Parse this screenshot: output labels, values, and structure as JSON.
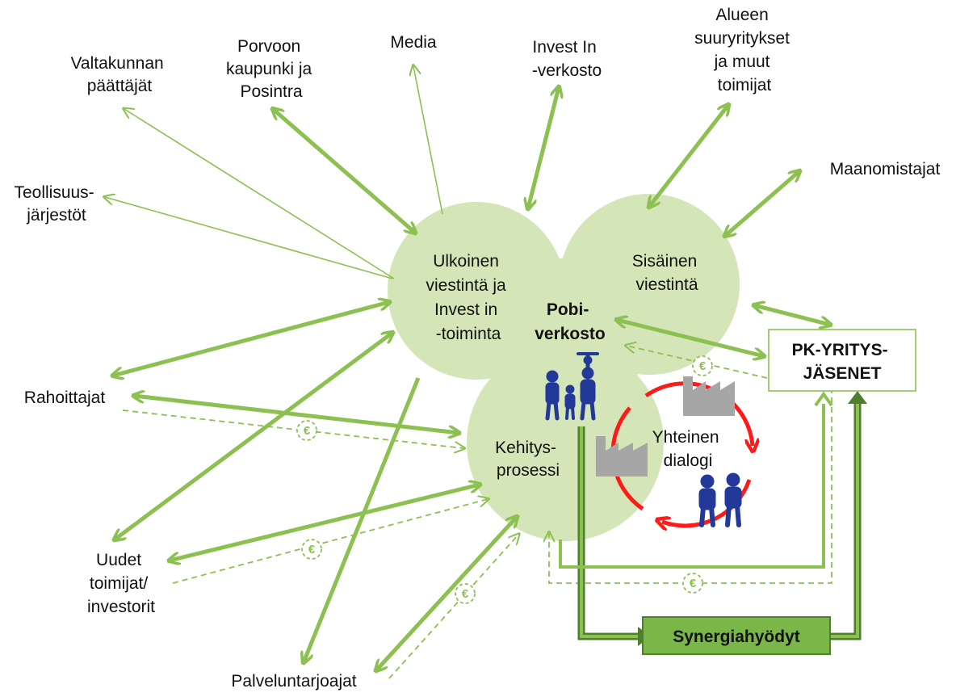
{
  "stakeholders": {
    "valtakunnan": [
      "Valtakunnan",
      "päättäjät"
    ],
    "porvoo": [
      "Porvoon",
      "kaupunki ja",
      "Posintra"
    ],
    "media": [
      "Media"
    ],
    "investin": [
      "Invest In",
      "-verkosto"
    ],
    "alueen": [
      "Alueen",
      "suuryritykset",
      "ja muut",
      "toimijat"
    ],
    "maanomistajat": [
      "Maanomistajat"
    ],
    "teollisuus": [
      "Teollisuus-",
      "järjestöt"
    ],
    "rahoittajat": [
      "Rahoittajat"
    ],
    "uudet": [
      "Uudet",
      "toimijat/",
      "investorit"
    ],
    "palvelu": [
      "Palveluntarjoajat"
    ]
  },
  "cloud": {
    "ulkoinen": [
      "Ulkoinen",
      "viestintä ja",
      "Invest in",
      "-toiminta"
    ],
    "sisainen": [
      "Sisäinen",
      "viestintä"
    ],
    "kehitys": [
      "Kehitys-",
      "prosessi"
    ],
    "center": [
      "Pobi-",
      "verkosto"
    ]
  },
  "dialog": [
    "Yhteinen",
    "dialogi"
  ],
  "pk_box": [
    "PK-YRITYS-",
    "JÄSENET"
  ],
  "synergia": "Synergiahyödyt",
  "euro_symbol": "€",
  "colors": {
    "arrow": "#8cc050",
    "cloud": "#d4e6b8",
    "dialog_ring": "#ff1a1a",
    "people": "#23399a",
    "factory": "#a6a6a6",
    "synergy_fill": "#7ab648",
    "synergy_stroke": "#4f7f2a"
  },
  "icons": [
    "family-icon",
    "factory-icon",
    "worker-icon",
    "euro-icon"
  ]
}
